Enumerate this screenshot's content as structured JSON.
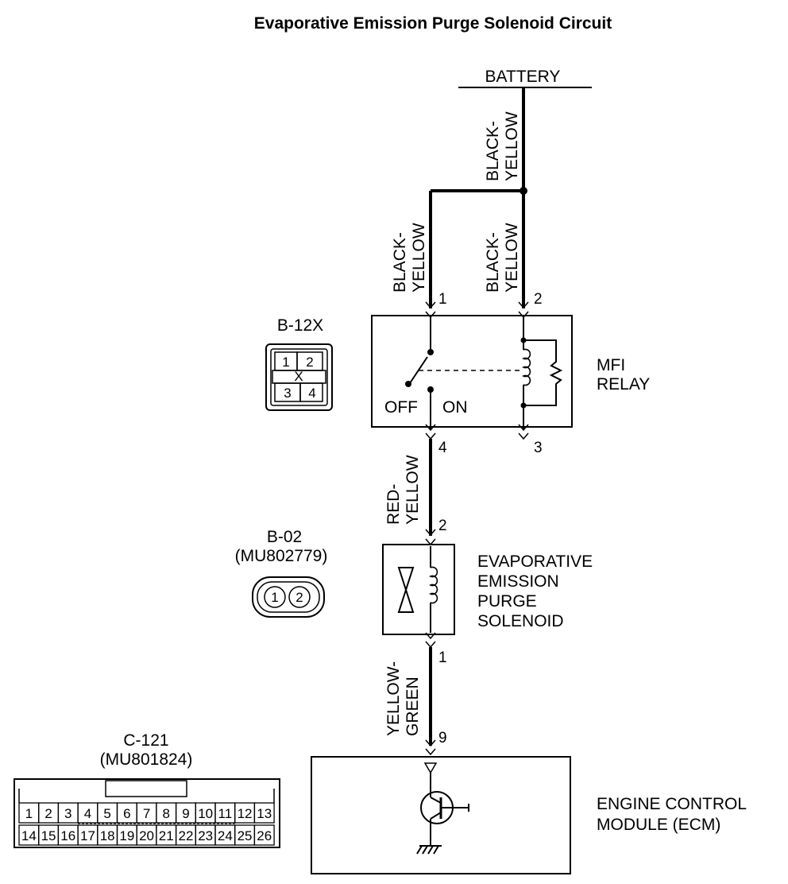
{
  "title": "Evaporative Emission Purge Solenoid  Circuit",
  "battery": "BATTERY",
  "wires": {
    "battery_black": "BLACK-",
    "battery_yellow": "YELLOW",
    "pin1_black": "BLACK-",
    "pin1_yellow": "YELLOW",
    "pin2_black": "BLACK-",
    "pin2_yellow": "YELLOW",
    "relay_out_red": "RED-",
    "relay_out_yellow": "YELLOW",
    "ecm_yellow": "YELLOW-",
    "ecm_green": "GREEN"
  },
  "relay": {
    "name_line1": "MFI",
    "name_line2": "RELAY",
    "off": "OFF",
    "on": "ON",
    "pins": [
      "1",
      "2",
      "4",
      "3"
    ]
  },
  "solenoid": {
    "name_lines": [
      "EVAPORATIVE",
      "EMISSION",
      "PURGE",
      "SOLENOID"
    ],
    "pins": [
      "2",
      "1"
    ]
  },
  "ecm": {
    "name_line1": "ENGINE CONTROL",
    "name_line2": "MODULE (ECM)",
    "pin": "9"
  },
  "connectors": {
    "b12x": {
      "id": "B-12X",
      "pins": [
        "1",
        "2",
        "3",
        "4"
      ],
      "center_mark": "X"
    },
    "b02": {
      "id": "B-02",
      "part": "(MU802779)",
      "pins": [
        "1",
        "2"
      ]
    },
    "c121": {
      "id": "C-121",
      "part": "(MU801824)",
      "top_row": [
        "1",
        "2",
        "3",
        "4",
        "5",
        "6",
        "7",
        "8",
        "9",
        "10",
        "11",
        "12",
        "13"
      ],
      "bottom_row": [
        "14",
        "15",
        "16",
        "17",
        "18",
        "19",
        "20",
        "21",
        "22",
        "23",
        "24",
        "25",
        "26"
      ]
    }
  }
}
